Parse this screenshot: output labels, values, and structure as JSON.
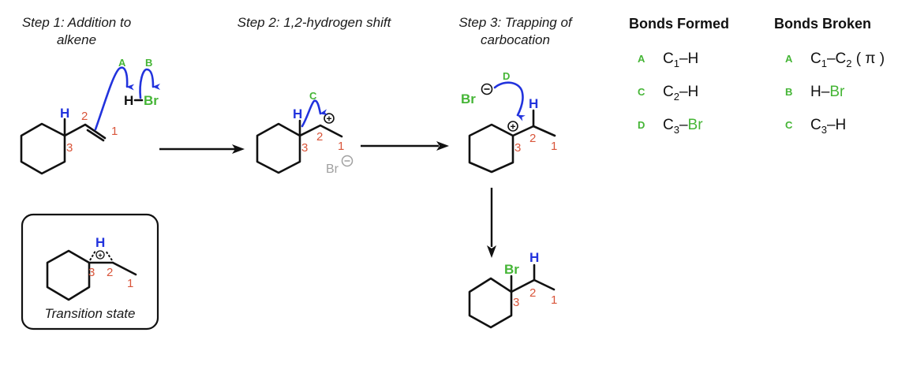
{
  "colors": {
    "arrow_blue": "#2233dd",
    "label_green": "#45b536",
    "number_red": "#d9553a",
    "bond_black": "#111111",
    "counterion_gray": "#a0a0a0"
  },
  "steps": [
    {
      "title_line1": "Step 1: Addition to",
      "title_line2": "alkene"
    },
    {
      "title_line1": "Step 2: 1,2-hydrogen shift",
      "title_line2": ""
    },
    {
      "title_line1": "Step 3: Trapping of",
      "title_line2": "carbocation"
    }
  ],
  "atoms": {
    "H": "H",
    "Br": "Br",
    "plus": "+",
    "minus": "−"
  },
  "carbon_numbers": {
    "c1": "1",
    "c2": "2",
    "c3": "3"
  },
  "arrow_labels": {
    "A": "A",
    "B": "B",
    "C": "C",
    "D": "D"
  },
  "transition_state": {
    "caption": "Transition state"
  },
  "bonds_formed": {
    "title": "Bonds Formed",
    "rows": [
      {
        "letter": "A",
        "c": "C",
        "sub": "1",
        "dash": "–",
        "partner": "H",
        "partner_color": "black"
      },
      {
        "letter": "C",
        "c": "C",
        "sub": "2",
        "dash": "–",
        "partner": "H",
        "partner_color": "black"
      },
      {
        "letter": "D",
        "c": "C",
        "sub": "3",
        "dash": "–",
        "partner": "Br",
        "partner_color": "green"
      }
    ]
  },
  "bonds_broken": {
    "title": "Bonds Broken",
    "rows": [
      {
        "letter": "A",
        "text": "C",
        "sub": "1",
        "dash": "–",
        "c2": "C",
        "sub2": "2",
        "extra": " ( π )"
      },
      {
        "letter": "B",
        "text": "H",
        "dash": "–",
        "partner": "Br"
      },
      {
        "letter": "C",
        "text": "C",
        "sub": "3",
        "dash": "–",
        "partner": "H"
      }
    ]
  }
}
